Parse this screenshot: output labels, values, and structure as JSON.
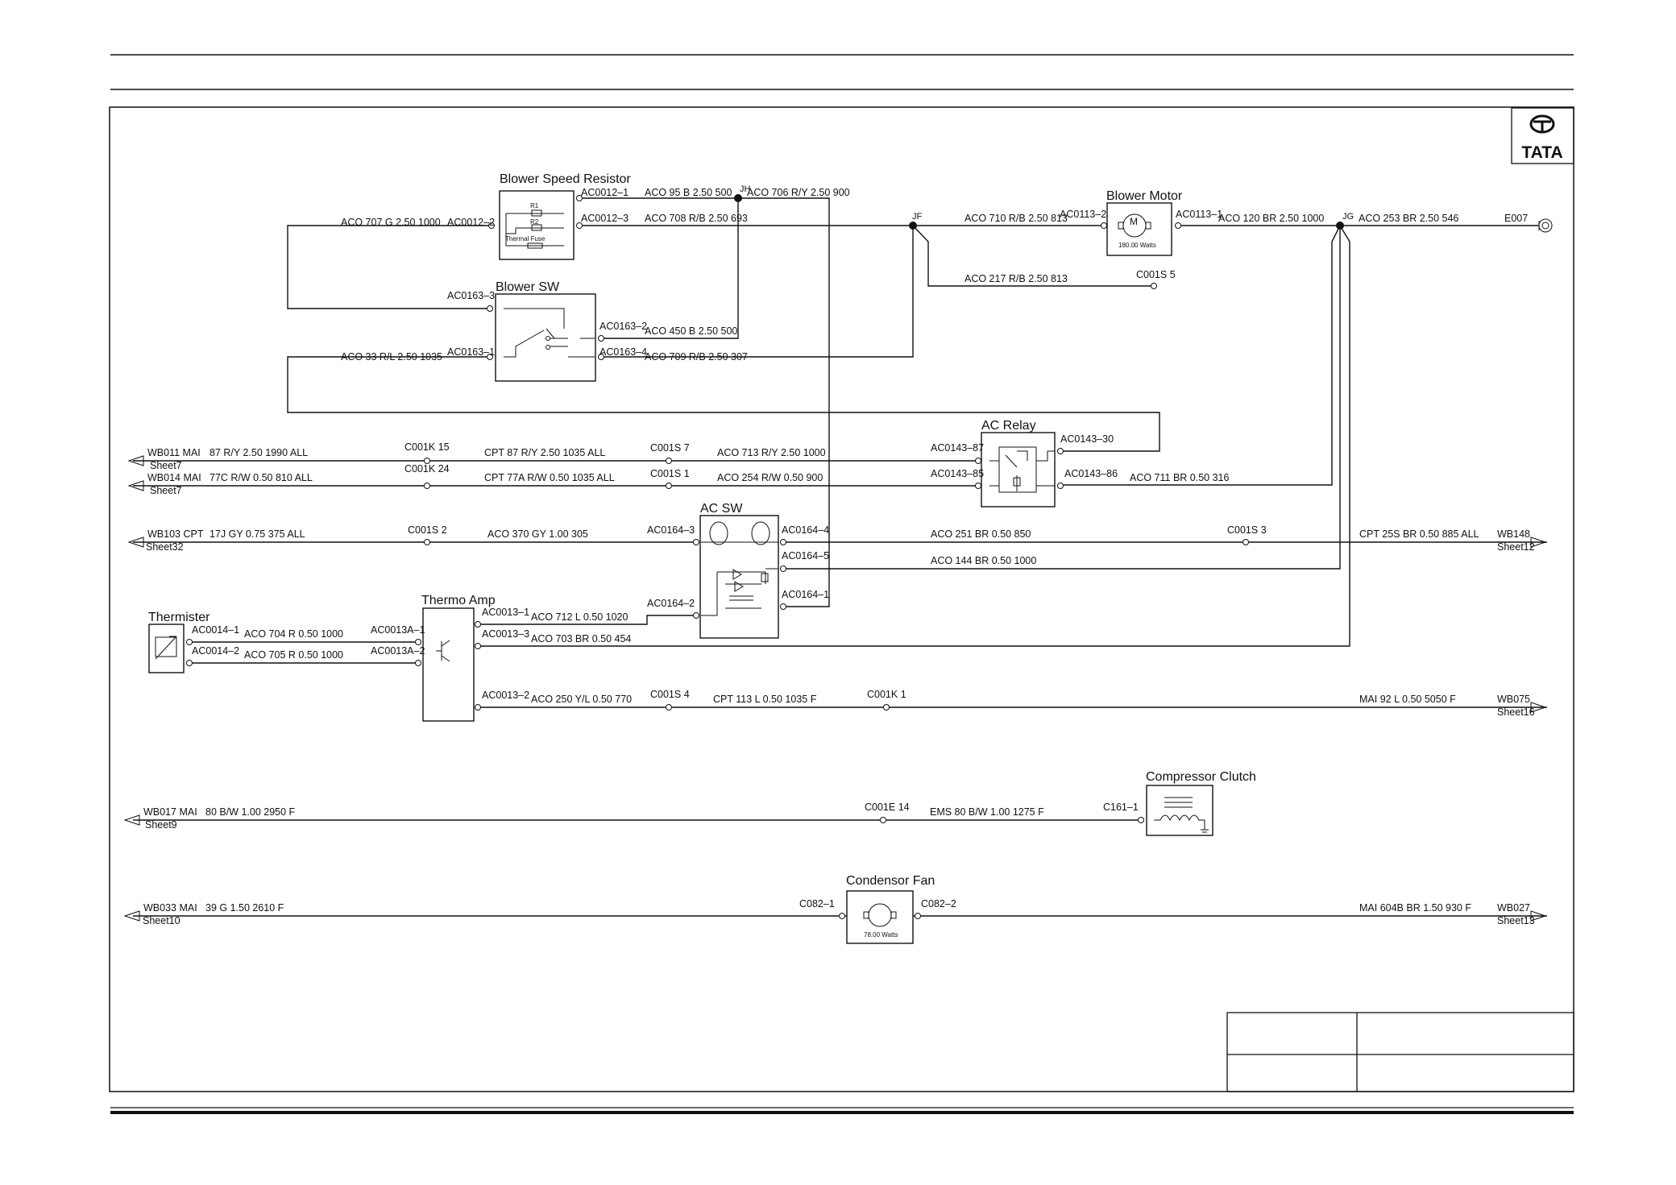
{
  "logo": {
    "text": "TATA"
  },
  "components": {
    "blower_speed_resistor": {
      "title": "Blower Speed Resistor",
      "r1": "R1",
      "r2": "R2",
      "fuse": "Thermal Fuse"
    },
    "blower_sw": {
      "title": "Blower SW"
    },
    "blower_motor": {
      "title": "Blower Motor",
      "motor": "M",
      "rating": "180.00 Watts"
    },
    "ac_relay": {
      "title": "AC Relay"
    },
    "ac_sw": {
      "title": "AC SW"
    },
    "thermister": {
      "title": "Thermister"
    },
    "thermo_amp": {
      "title": "Thermo Amp"
    },
    "compressor_clutch": {
      "title": "Compressor Clutch"
    },
    "condensor_fan": {
      "title": "Condensor Fan",
      "rating": "78.00 Watts"
    }
  },
  "junctions": [
    "JH",
    "JF",
    "JG"
  ],
  "connectors": {
    "ac0012_2": "AC0012–2",
    "ac0012_1": "AC0012–1",
    "ac0012_3": "AC0012–3",
    "ac0113_2": "AC0113–2",
    "ac0113_1": "AC0113–1",
    "e007": "E007",
    "c001s5": "C001S 5",
    "ac0163_3": "AC0163–3",
    "ac0163_1": "AC0163–1",
    "ac0163_2": "AC0163–2",
    "ac0163_4": "AC0163–4",
    "ac0143_87": "AC0143–87",
    "ac0143_85": "AC0143–85",
    "ac0143_30": "AC0143–30",
    "ac0143_86": "AC0143–86",
    "wb011": "WB011  MAI",
    "sheet7a": "Sheet7",
    "wb014": "WB014  MAI",
    "sheet7b": "Sheet7",
    "c001k15": "C001K  15",
    "c001k24": "C001K  24",
    "c001s7": "C001S  7",
    "c001s1": "C001S  1",
    "wb103": "WB103  CPT",
    "sheet32": "Sheet32",
    "c001s2": "C001S  2",
    "ac0164_3": "AC0164–3",
    "ac0164_4": "AC0164–4",
    "ac0164_5": "AC0164–5",
    "ac0164_2": "AC0164–2",
    "ac0164_1": "AC0164–1",
    "c001s3": "C001S  3",
    "wb148": "WB148",
    "sheet12": "Sheet12",
    "ac0014_1": "AC0014–1",
    "ac0014_2": "AC0014–2",
    "ac0013a_1": "AC0013A–1",
    "ac0013a_2": "AC0013A–2",
    "ac0013_1": "AC0013–1",
    "ac0013_3": "AC0013–3",
    "ac0013_2": "AC0013–2",
    "c001s4": "C001S  4",
    "c001k1": "C001K  1",
    "wb075": "WB075",
    "sheet16": "Sheet16",
    "wb017": "WB017    MAI",
    "sheet9": "Sheet9",
    "c001e14": "C001E  14",
    "c161_1": "C161–1",
    "wb033": "WB033    MAI",
    "sheet10": "Sheet10",
    "c082_1": "C082–1",
    "c082_2": "C082–2",
    "wb027": "WB027",
    "sheet13": "Sheet13"
  },
  "wires": {
    "w707": "ACO   707  G  2.50  1000",
    "w95": "ACO   95  B  2.50  500",
    "w706": "ACO   706  R/Y  2.50  900",
    "w708": "ACO   708  R/B  2.50  693",
    "w710": "ACO   710  R/B  2.50  813",
    "w120": "ACO   120  BR  2.50  1000",
    "w253": "ACO  253  BR  2.50  546",
    "w217": "ACO   217  R/B  2.50  813",
    "w450": "ACO   450  B  2.50  500",
    "w33": "ACO   33  R/L  2.50  1035",
    "w709": "ACO   709  R/B  2.50  307",
    "w87": "87  R/Y  2.50  1990  ALL",
    "w87cpt": "CPT    87  R/Y  2.50  1035  ALL",
    "w713": "ACO   713  R/Y  2.50  1000",
    "w77c": "77C  R/W  0.50  810  ALL",
    "w77a": "CPT    77A  R/W  0.50  1035  ALL",
    "w254": "ACO   254  R/W  0.50  900",
    "w711": "ACO   711  BR  0.50  316",
    "w17j": "17J  GY  0.75  375  ALL",
    "w370": "ACO     370  GY  1.00  305",
    "w251": "ACO   251  BR  0.50  850",
    "w25s": "CPT  25S  BR  0.50  885  ALL",
    "w144": "ACO   144  BR  0.50  1000",
    "w712": "ACO   712  L  0.50  1020",
    "w703": "ACO   703  BR  0.50  454",
    "w704": "ACO   704  R  0.50  1000",
    "w705": "ACO   705  R  0.50  1000",
    "w250": "ACO   250  Y/L  0.50  770",
    "w113": "CPT    113  L  0.50  1035  F",
    "w92": "MAI   92  L  0.50  5050  F",
    "w80": "80  B/W  1.00  2950  F",
    "w80ems": "EMS   80  B/W  1.00  1275  F",
    "w39": "39  G  1.50  2610  F",
    "w604b": "MAI  604B  BR  1.50  930  F"
  }
}
